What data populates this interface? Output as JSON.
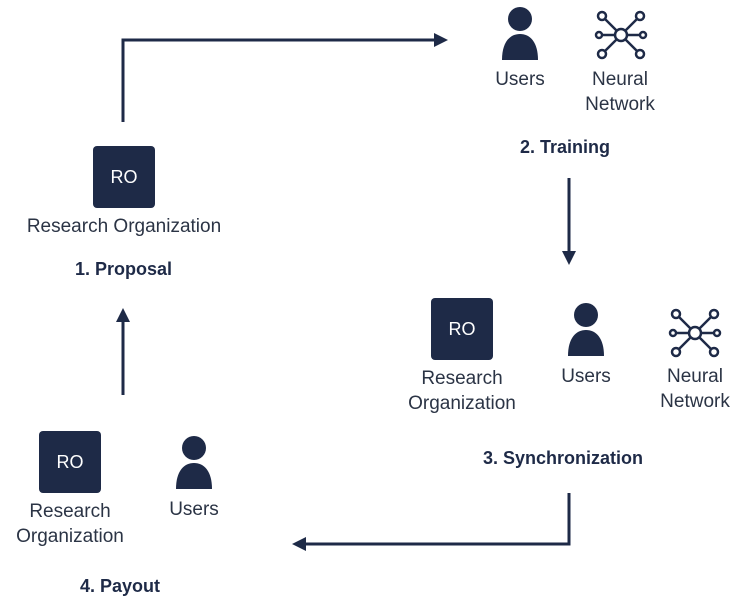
{
  "colors": {
    "primary_navy": "#1e2a47",
    "text": "#2b3445",
    "background": "#ffffff"
  },
  "ro_abbrev": "RO",
  "steps": {
    "proposal": {
      "title": "1. Proposal",
      "actor_label": "Research Organization"
    },
    "training": {
      "title": "2. Training",
      "users_label": "Users",
      "network_label_line1": "Neural",
      "network_label_line2": "Network"
    },
    "synchronization": {
      "title": "3. Synchronization",
      "ro_label_line1": "Research",
      "ro_label_line2": "Organization",
      "users_label": "Users",
      "network_label_line1": "Neural",
      "network_label_line2": "Network"
    },
    "payout": {
      "title": "4. Payout",
      "ro_label_line1": "Research",
      "ro_label_line2": "Organization",
      "users_label": "Users"
    }
  },
  "icons": {
    "user": "user-icon",
    "network": "neural-network-icon",
    "arrow": "arrow-icon"
  }
}
